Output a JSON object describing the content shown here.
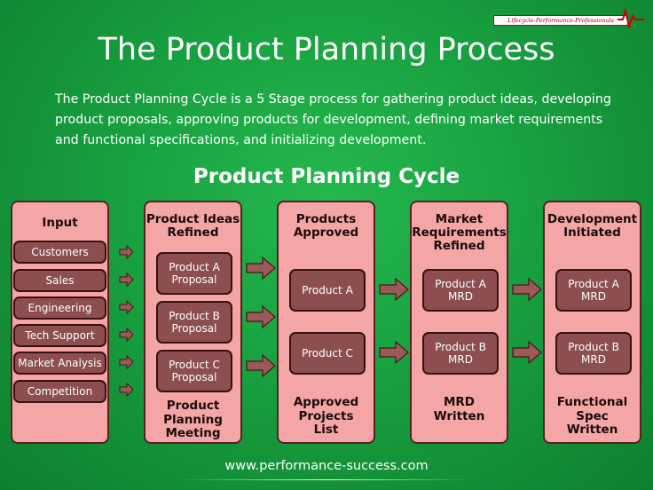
{
  "logo_text": "Lifecycle-Performance-Professionals",
  "title": "The Product Planning Process",
  "description": "The Product Planning Cycle is a 5 Stage process for gathering product ideas, developing product proposals, approving products for development, defining market requirements and functional specifications, and initializing development.",
  "subtitle": "Product Planning Cycle",
  "stages": [
    {
      "heading": [
        "Input"
      ],
      "items": [
        "Customers",
        "Sales",
        "Engineering",
        "Tech Support",
        "Market Analysis",
        "Competition"
      ],
      "footer": []
    },
    {
      "heading": [
        "Product Ideas",
        "Refined"
      ],
      "items": [
        [
          "Product A",
          "Proposal"
        ],
        [
          "Product B",
          "Proposal"
        ],
        [
          "Product C",
          "Proposal"
        ]
      ],
      "footer": [
        "Product",
        "Planning",
        "Meeting"
      ]
    },
    {
      "heading": [
        "Products",
        "Approved"
      ],
      "items": [
        [
          "Product A"
        ],
        [
          "Product C"
        ]
      ],
      "footer": [
        "Approved",
        "Projects",
        "List"
      ]
    },
    {
      "heading": [
        "Market",
        "Requirements",
        "Refined"
      ],
      "items": [
        [
          "Product A",
          "MRD"
        ],
        [
          "Product B",
          "MRD"
        ]
      ],
      "footer": [
        "MRD",
        "Written"
      ]
    },
    {
      "heading": [
        "Development",
        "Initiated"
      ],
      "items": [
        [
          "Product A",
          "MRD"
        ],
        [
          "Product B",
          "MRD"
        ]
      ],
      "footer": [
        "Functional",
        "Spec",
        "Written"
      ]
    }
  ],
  "footer_url": "www.performance-success.com",
  "colors": {
    "background": "#18a040",
    "stage_fill": "#f4a6a6",
    "box_fill": "#8c4e4e",
    "arrow_fill": "#9a5a5a"
  }
}
